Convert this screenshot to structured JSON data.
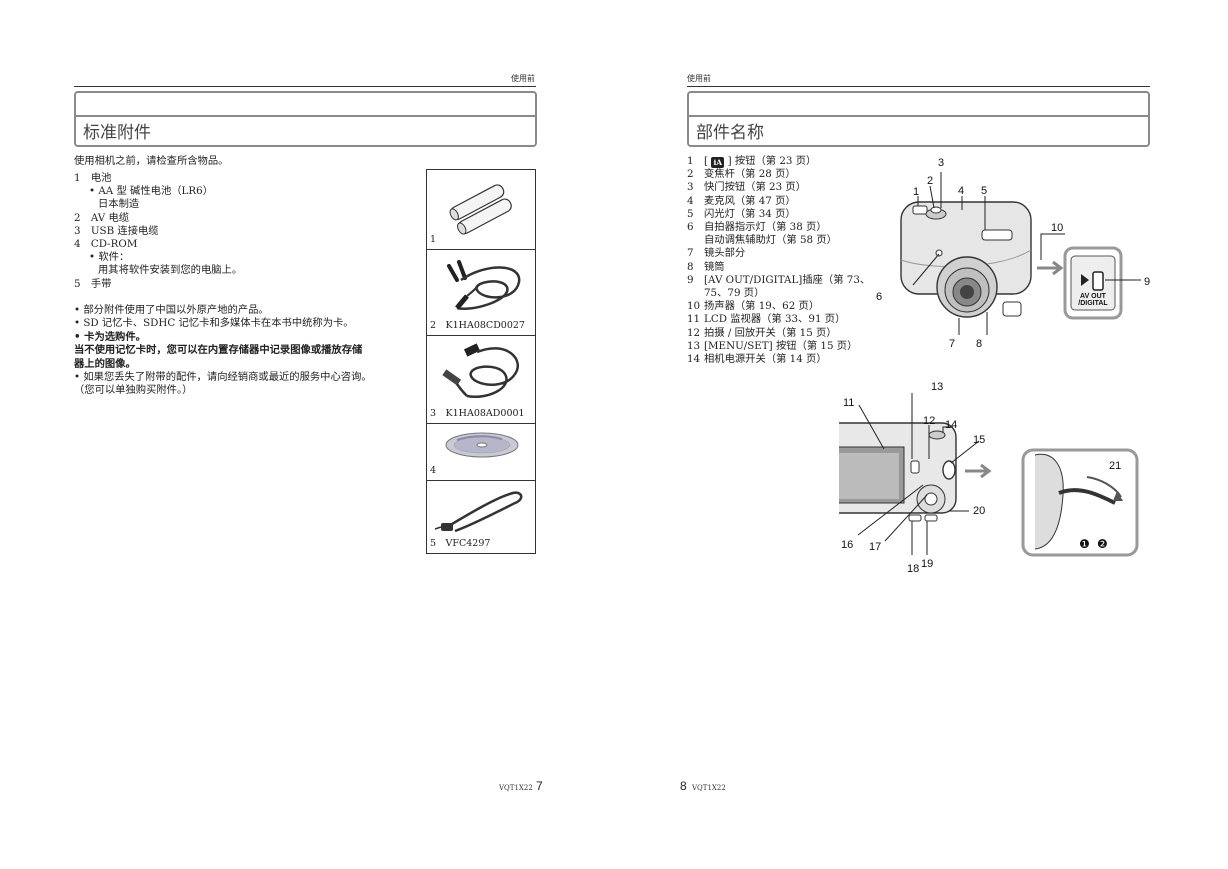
{
  "left": {
    "header": "使用前",
    "title": "标准附件",
    "intro": "使用相机之前，请检查所含物品。",
    "items": [
      {
        "text": "1　电池",
        "indent": 0
      },
      {
        "text": "• AA 型  碱性电池（LR6）",
        "indent": 1
      },
      {
        "text": "日本制造",
        "indent": 2
      },
      {
        "text": "2　AV 电缆",
        "indent": 0
      },
      {
        "text": "3　USB 连接电缆",
        "indent": 0
      },
      {
        "text": "4　CD-ROM",
        "indent": 0
      },
      {
        "text": "• 软件：",
        "indent": 1
      },
      {
        "text": "用其将软件安装到您的电脑上。",
        "indent": 2
      },
      {
        "text": "5　手带",
        "indent": 0
      }
    ],
    "notes": [
      {
        "text": "• 部分附件使用了中国以外原产地的产品。",
        "bold": false
      },
      {
        "text": "• SD 记忆卡、SDHC 记忆卡和多媒体卡在本书中统称为卡。",
        "bold": false
      },
      {
        "text": "• 卡为选购件。",
        "bold": true
      },
      {
        "text": "   当不使用记忆卡时，您可以在内置存储器中记录图像或播放存储",
        "bold": true
      },
      {
        "text": "   器上的图像。",
        "bold": true
      },
      {
        "text": "• 如果您丢失了附带的配件，请向经销商或最近的服务中心咨询。",
        "bold": false
      },
      {
        "text": "  （您可以单独购买附件。）",
        "bold": false
      }
    ],
    "accessories": [
      {
        "label": "1",
        "icon": "batteries-icon"
      },
      {
        "label": "2　K1HA08CD0027",
        "icon": "av-cable-icon"
      },
      {
        "label": "3　K1HA08AD0001",
        "icon": "usb-cable-icon"
      },
      {
        "label": "4",
        "icon": "cd-rom-icon"
      },
      {
        "label": "5　VFC4297",
        "icon": "hand-strap-icon"
      }
    ],
    "page_code": "VQT1X22",
    "page_number": "7"
  },
  "right": {
    "header": "使用前",
    "title": "部件名称",
    "parts": [
      {
        "num": "1",
        "text": "[ ",
        "after": " ] 按钮（第 23 页）",
        "icon": "ia"
      },
      {
        "num": "2",
        "text": "变焦杆（第 28 页）"
      },
      {
        "num": "3",
        "text": "快门按钮（第 23 页）"
      },
      {
        "num": "4",
        "text": "麦克风（第 47 页）"
      },
      {
        "num": "5",
        "text": "闪光灯（第 34 页）"
      },
      {
        "num": "6",
        "text": "自拍器指示灯（第 38 页）"
      },
      {
        "num": "",
        "text": "自动调焦辅助灯（第 58 页）"
      },
      {
        "num": "7",
        "text": "镜头部分"
      },
      {
        "num": "8",
        "text": "镜筒"
      },
      {
        "num": "9",
        "text": "[AV  OUT/DIGITAL]插座（第 73、"
      },
      {
        "num": "",
        "text": "75、79 页）"
      },
      {
        "num": "10",
        "text": "扬声器（第 19、62 页）"
      },
      {
        "num": "11",
        "text": "LCD 监视器（第 33、91 页）"
      },
      {
        "num": "12",
        "text": "拍摄 / 回放开关（第 15 页）"
      },
      {
        "num": "13",
        "text": "[MENU/SET] 按钮（第 15 页）"
      },
      {
        "num": "14",
        "text": "相机电源开关（第 14 页）"
      }
    ],
    "ia_icon_text": "iA",
    "front_labels": [
      "1",
      "2",
      "3",
      "4",
      "5",
      "6",
      "7",
      "8",
      "9",
      "10"
    ],
    "back_labels": [
      "11",
      "12",
      "13",
      "14",
      "15",
      "16",
      "17",
      "18",
      "19",
      "20",
      "21"
    ],
    "av_label_line1": "AV OUT",
    "av_label_line2": "/DIGITAL",
    "strap_steps": [
      "❶",
      "❷"
    ],
    "page_number": "8",
    "page_code": "VQT1X22"
  }
}
